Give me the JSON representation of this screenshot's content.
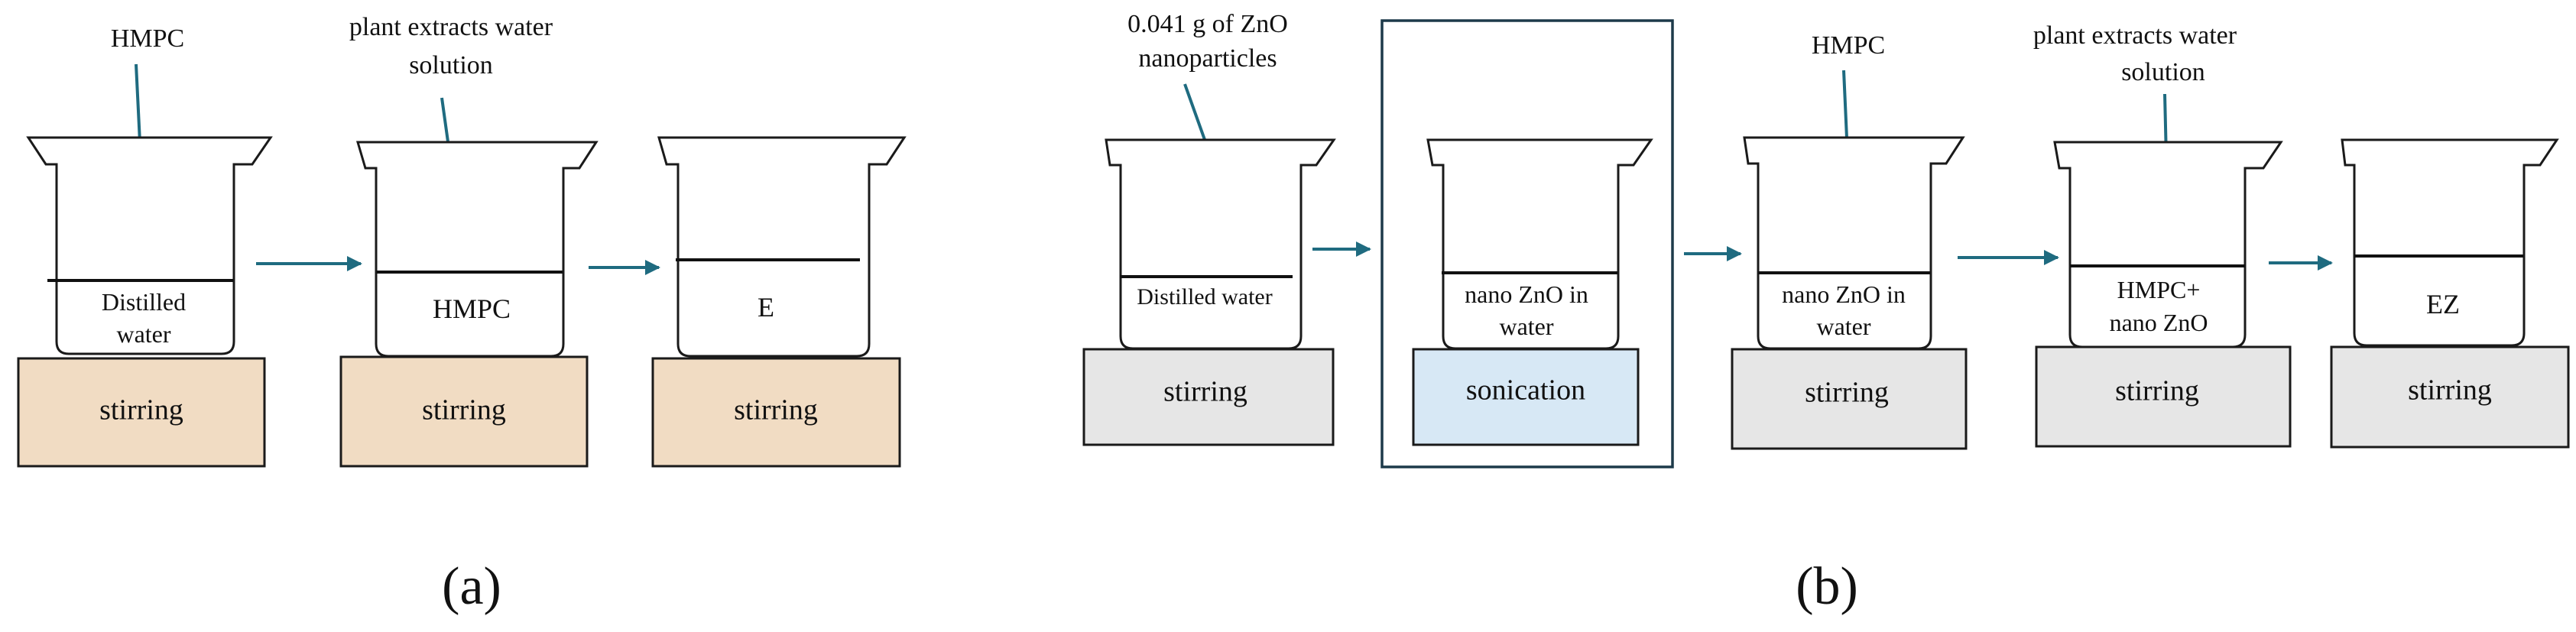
{
  "colors": {
    "arrow": "#1f6b80",
    "stroke": "#1a1a1a",
    "stirring_tan": "#f1dcc3",
    "stirring_gray": "#e6e6e6",
    "sonication_blue": "#d7e8f5",
    "frame": "#1d3a4a"
  },
  "panel_a": {
    "caption": "(a)",
    "beakers": [
      {
        "label_lines": [
          "Distilled",
          "water"
        ],
        "annotation_lines": [
          "HMPC"
        ]
      },
      {
        "label_lines": [
          "HMPC"
        ],
        "annotation_lines": [
          "plant extracts water",
          "solution"
        ]
      },
      {
        "label_lines": [
          "E"
        ],
        "annotation_lines": []
      }
    ],
    "bases": [
      "stirring",
      "stirring",
      "stirring"
    ]
  },
  "panel_b": {
    "caption": "(b)",
    "beakers": [
      {
        "label_lines": [
          "Distilled water"
        ],
        "annotation_lines": [
          "0.041 g of ZnO",
          "nanoparticles"
        ]
      },
      {
        "label_lines": [
          "nano ZnO in",
          "water"
        ],
        "annotation_lines": []
      },
      {
        "label_lines": [
          "nano ZnO in",
          "water"
        ],
        "annotation_lines": [
          "HMPC"
        ]
      },
      {
        "label_lines": [
          "HMPC+",
          "nano ZnO"
        ],
        "annotation_lines": [
          "plant extracts water",
          "solution"
        ]
      },
      {
        "label_lines": [
          "EZ"
        ],
        "annotation_lines": []
      }
    ],
    "bases": [
      "stirring",
      "sonication",
      "stirring",
      "stirring",
      "stirring"
    ]
  }
}
